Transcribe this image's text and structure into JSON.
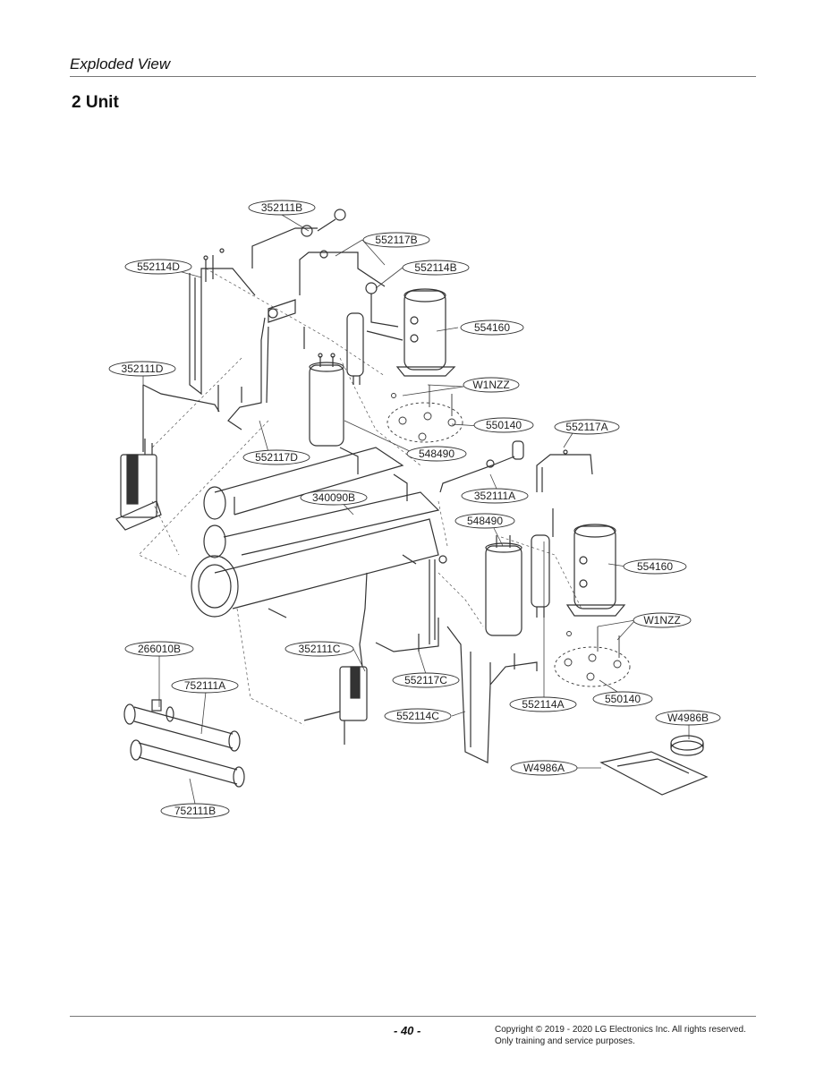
{
  "header": {
    "title": "Exploded View",
    "section": "2 Unit"
  },
  "parts": {
    "p352111B": "352111B",
    "p552117B": "552117B",
    "p552114D": "552114D",
    "p552114B": "552114B",
    "p554160_top": "554160",
    "p352111D": "352111D",
    "pW1NZZ_top": "W1NZZ",
    "p550140_top": "550140",
    "p552117A": "552117A",
    "p552117D": "552117D",
    "p548490_top": "548490",
    "p352111A": "352111A",
    "p340090B": "340090B",
    "p548490_mid": "548490",
    "p554160_mid": "554160",
    "pW1NZZ_mid": "W1NZZ",
    "p266010B": "266010B",
    "p352111C": "352111C",
    "p752111A": "752111A",
    "p552117C": "552117C",
    "p552114A": "552114A",
    "p550140_mid": "550140",
    "p552114C": "552114C",
    "pW4986B": "W4986B",
    "pW4986A": "W4986A",
    "p752111B": "752111B"
  },
  "footer": {
    "page": "- 40 -",
    "copyright": "Copyright © 2019 - 2020 LG Electronics Inc. All rights reserved. Only training and service purposes."
  }
}
